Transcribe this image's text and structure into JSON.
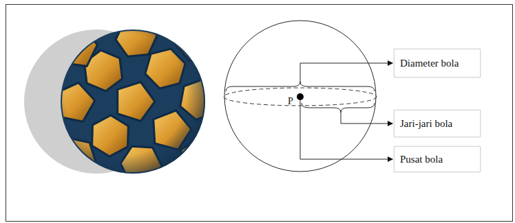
{
  "diagram": {
    "nodes": [
      {
        "text": [
          "Diameter bola"
        ]
      },
      {
        "text": [
          "Jari-jari bola"
        ]
      },
      {
        "text": [
          "Pusat bola"
        ]
      }
    ],
    "labels": [
      "P"
    ]
  }
}
